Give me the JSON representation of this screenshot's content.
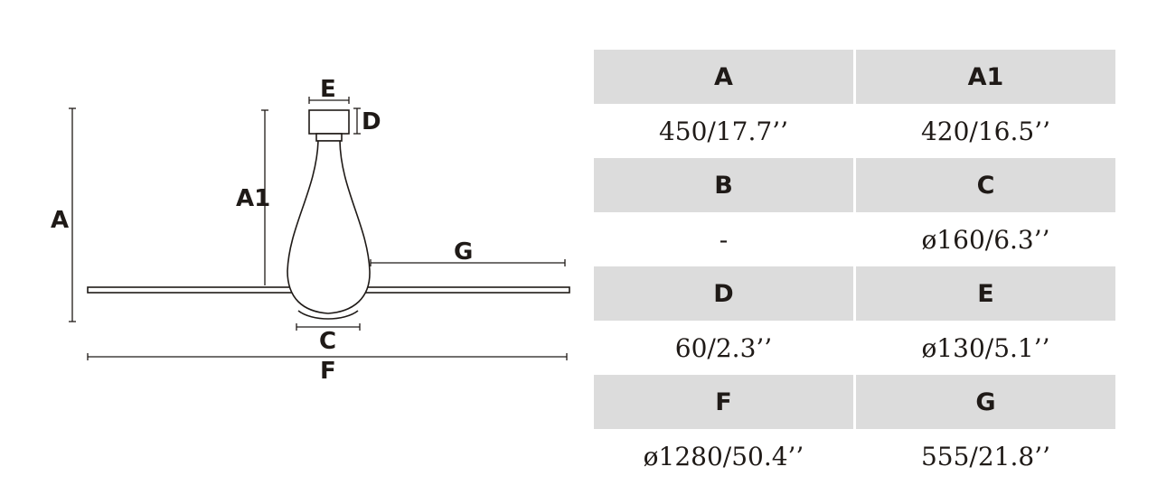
{
  "diagram": {
    "labels": {
      "a": "A",
      "a1": "A1",
      "c": "C",
      "d": "D",
      "e": "E",
      "f": "F",
      "g": "G"
    }
  },
  "table": {
    "rows": [
      {
        "heads": [
          "A",
          "A1"
        ],
        "values": [
          "450/17.7’’",
          "420/16.5’’"
        ]
      },
      {
        "heads": [
          "B",
          "C"
        ],
        "values": [
          "-",
          "ø160/6.3’’"
        ]
      },
      {
        "heads": [
          "D",
          "E"
        ],
        "values": [
          "60/2.3’’",
          "ø130/5.1’’"
        ]
      },
      {
        "heads": [
          "F",
          "G"
        ],
        "values": [
          "ø1280/50.4’’",
          "555/21.8’’"
        ]
      }
    ]
  }
}
